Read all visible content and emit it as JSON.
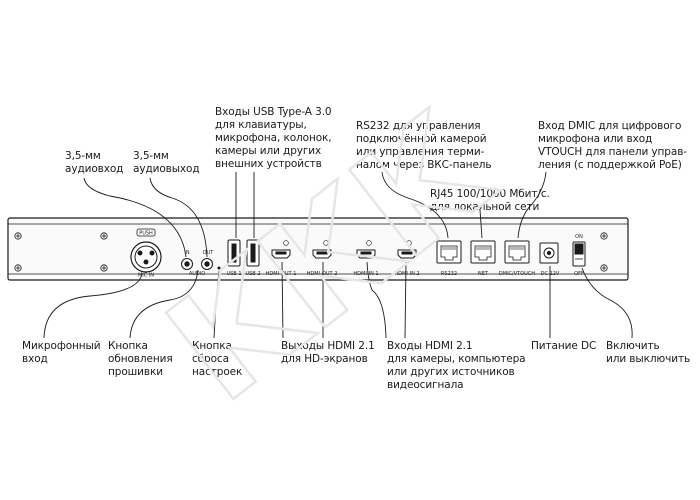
{
  "colors": {
    "line": "#1a1a1a",
    "watermark": "#e3e3e3"
  },
  "watermark": {
    "text": "KKK"
  },
  "port_labels": {
    "push": "PUSH",
    "mic_in": "MIC IN",
    "in": "IN",
    "out": "OUT",
    "audio": "AUDIO",
    "usb1": "USB 1",
    "usb2": "USB 2",
    "hdmi_out1": "HDMI-OUT 1",
    "hdmi_out2": "HDMI-OUT 2",
    "hdmi_in1": "HDMI-IN 1",
    "hdmi_in2": "HDMI-IN 2",
    "rs232": "RS232",
    "net": "NET",
    "dmic": "DMIC/VTOUCH",
    "dc": "DC 12V",
    "on": "ON",
    "off": "OFF"
  },
  "callouts_top": {
    "audio_in": "3,5-мм\nаудиовход",
    "audio_out": "3,5-мм\nаудиовыход",
    "usb": "Входы USB Type-A 3.0\nдля клавиатуры,\nмикрофона, колонок,\nкамеры или других\nвнешних устройств",
    "rs232": "RS232 для управления\nподключённой камерой\nили управления терми-\nналом через ВКС-панель",
    "rj45": "RJ45 100/1000 Мбит/с.\nдля локальной сети",
    "dmic": "Вход DMIC для цифрового\nмикрофона или вход\nVTOUCH для панели управ-\nления (с поддержкой PoE)"
  },
  "callouts_bottom": {
    "mic": "Микрофонный\nвход",
    "firmware": "Кнопка\nобновления\nпрошивки",
    "reset": "Кнопка\nсброса\nнастроек",
    "hdmi_out": "Выходы HDMI 2.1\nдля HD-экранов",
    "hdmi_in": "Входы HDMI 2.1\nдля камеры, компьютера\nили других источников\nвидеосигнала",
    "power": "Питание DC",
    "switch": "Включить\nили выключить"
  }
}
